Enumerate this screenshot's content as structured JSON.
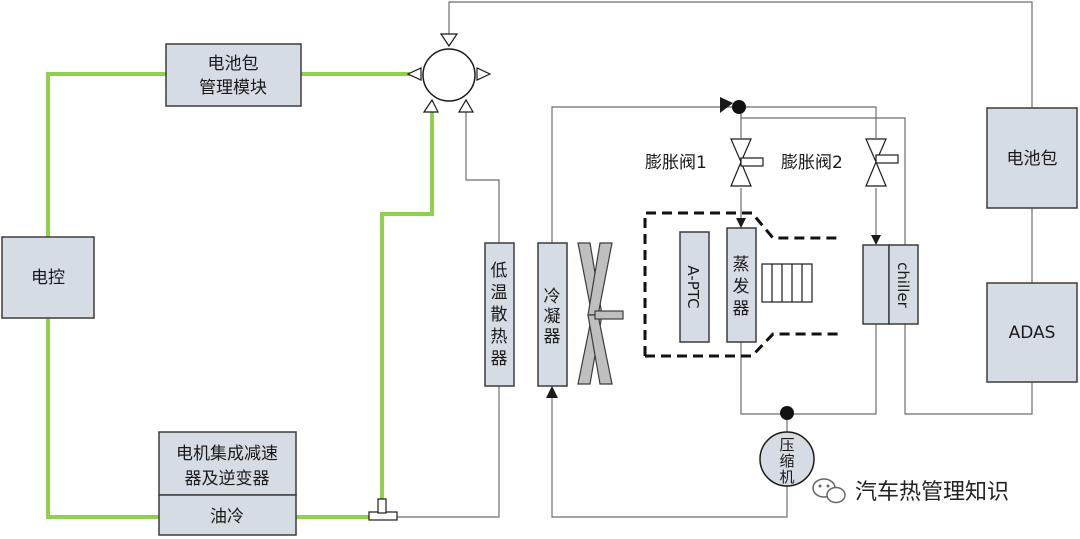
{
  "components": {
    "battery_mgmt": [
      "电池包",
      "管理模块"
    ],
    "motor_ctrl": "电控",
    "motor_unit": [
      "电机集成减速",
      "器及逆变器"
    ],
    "oil_cool": "油冷",
    "low_temp_radiator": [
      "低",
      "温",
      "散",
      "热",
      "器"
    ],
    "condenser": [
      "冷",
      "凝",
      "器"
    ],
    "a_ptc": "A-PTC",
    "evaporator": [
      "蒸",
      "发",
      "器"
    ],
    "chiller": "chiller",
    "battery_pack": "电池包",
    "adas": "ADAS",
    "compressor": [
      "压",
      "缩",
      "机"
    ],
    "expansion_valve_1": "膨胀阀1",
    "expansion_valve_2": "膨胀阀2"
  },
  "watermark": "汽车热管理知识",
  "colors": {
    "box_fill": "#d6dce4",
    "coolant_loop": "#8fd14f",
    "line": "#6e6e6e"
  }
}
